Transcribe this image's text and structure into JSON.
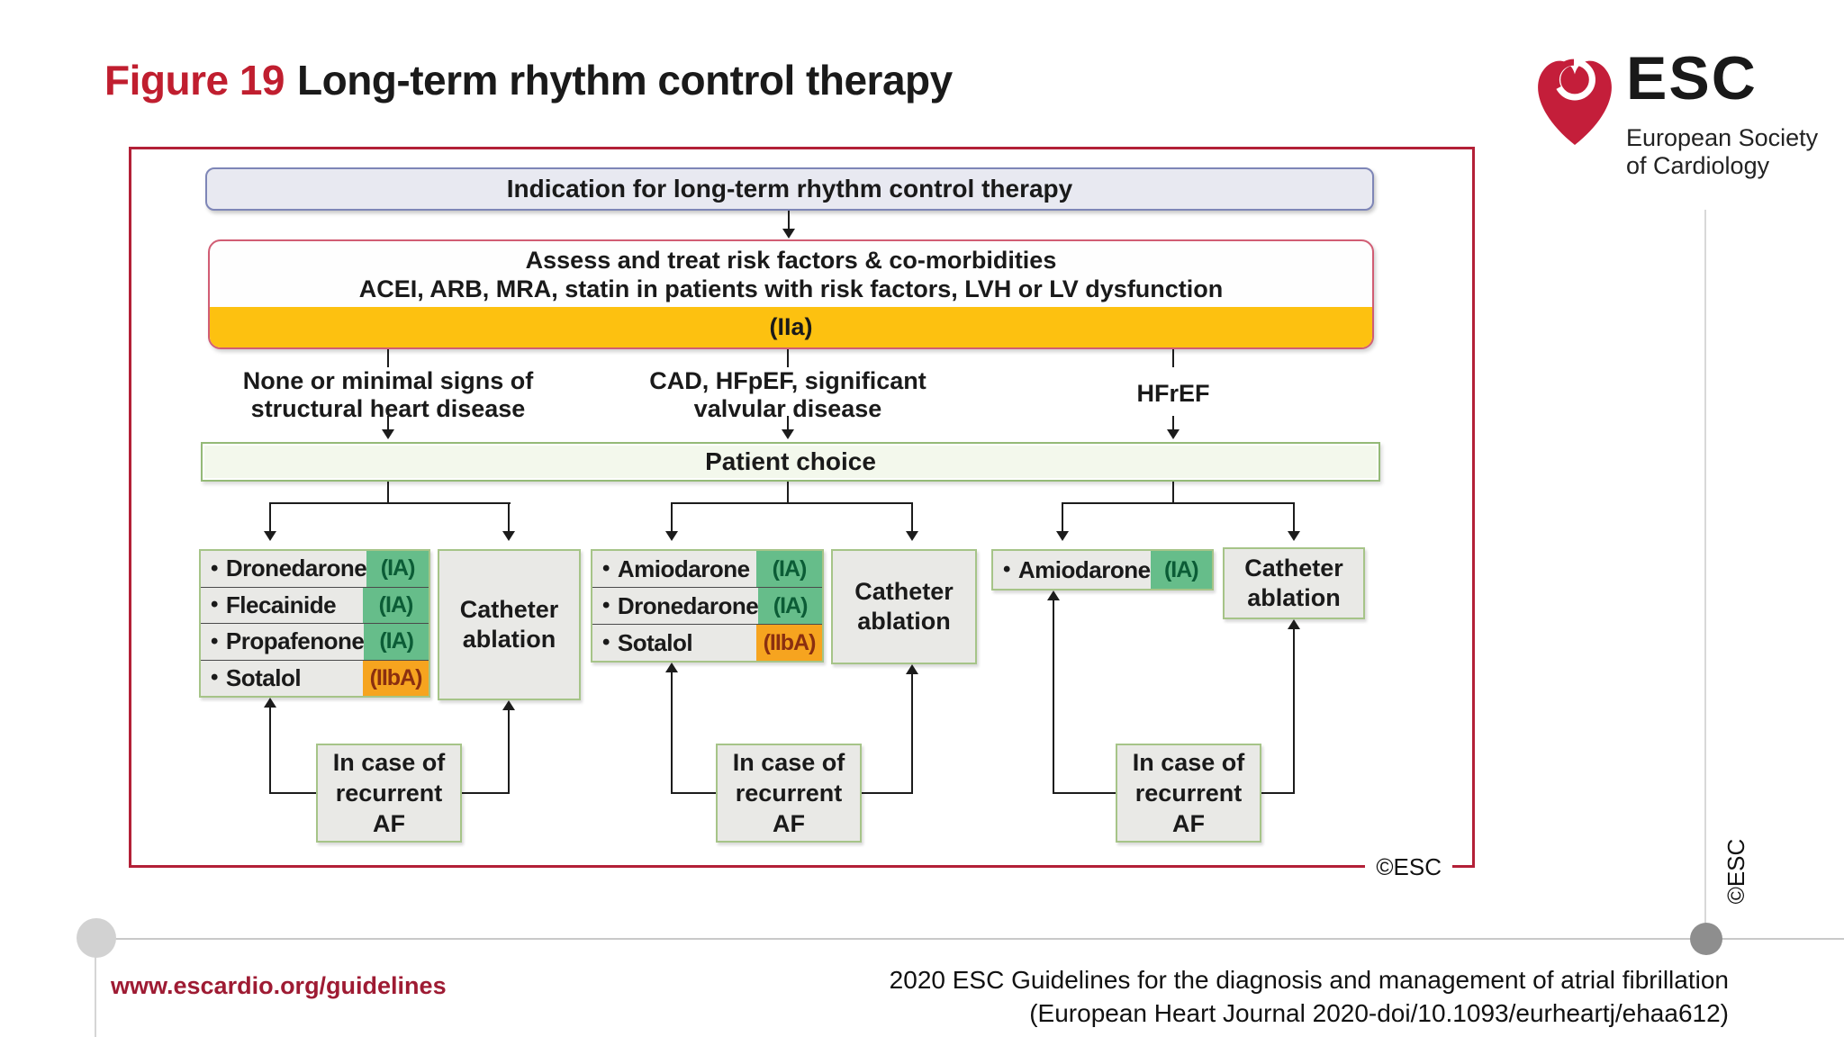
{
  "header": {
    "figure_label": "Figure 19",
    "title": "Long-term rhythm control therapy"
  },
  "logo": {
    "abbr": "ESC",
    "org_line1": "European Society",
    "org_line2": "of Cardiology",
    "heart_icon": "esc-heart-logo"
  },
  "flowchart": {
    "indication": "Indication for long-term rhythm control therapy",
    "assess_line1": "Assess and treat risk factors & co-morbidities",
    "assess_line2": "ACEI, ARB, MRA, statin in patients with risk factors, LVH or LV dysfunction",
    "assess_class": "(IIa)",
    "branch1_line1": "None or minimal signs of",
    "branch1_line2": "structural heart disease",
    "branch2_line1": "CAD, HFpEF, significant",
    "branch2_line2": "valvular disease",
    "branch3_line1": "HFrEF",
    "patient_choice": "Patient choice",
    "ablation_line1": "Catheter",
    "ablation_line2": "ablation",
    "recurrent_line1": "In case of",
    "recurrent_line2": "recurrent",
    "recurrent_line3": "AF",
    "groups": [
      {
        "drugs": [
          {
            "name": "Dronedarone",
            "class": "(IA)",
            "grade": "green"
          },
          {
            "name": "Flecainide",
            "class": "(IA)",
            "grade": "green"
          },
          {
            "name": "Propafenone",
            "class": "(IA)",
            "grade": "green"
          },
          {
            "name": "Sotalol",
            "class": "(IIbA)",
            "grade": "orange"
          }
        ]
      },
      {
        "drugs": [
          {
            "name": "Amiodarone",
            "class": "(IA)",
            "grade": "green"
          },
          {
            "name": "Dronedarone",
            "class": "(IA)",
            "grade": "green"
          },
          {
            "name": "Sotalol",
            "class": "(IIbA)",
            "grade": "orange"
          }
        ]
      },
      {
        "drugs": [
          {
            "name": "Amiodarone",
            "class": "(IA)",
            "grade": "green"
          }
        ]
      }
    ],
    "copyright": "©ESC"
  },
  "footer": {
    "link": "www.escardio.org/guidelines",
    "citation_line1": "2020 ESC Guidelines for the diagnosis and management of atrial fibrillation",
    "citation_line2": "(European Heart Journal 2020-doi/10.1093/eurheartj/ehaa612)",
    "copyright_vertical": "©ESC"
  },
  "colors": {
    "frame_red": "#B32037",
    "title_red": "#C01E2F",
    "badge_green": "#66BD8A",
    "badge_green_text": "#0B5C36",
    "badge_orange": "#F6A41F",
    "badge_orange_text": "#8A2F10",
    "band_yellow": "#FDC110",
    "box_gray": "#E9E9E6",
    "green_border": "#A6C488",
    "indication_fill": "#E8E9F1",
    "indication_border": "#7E86B7",
    "assess_border": "#D15D74",
    "patient_fill": "#F3F8EC",
    "patient_border": "#94BA77",
    "link_red": "#9E1B33",
    "heart_red": "#C41E3A"
  }
}
